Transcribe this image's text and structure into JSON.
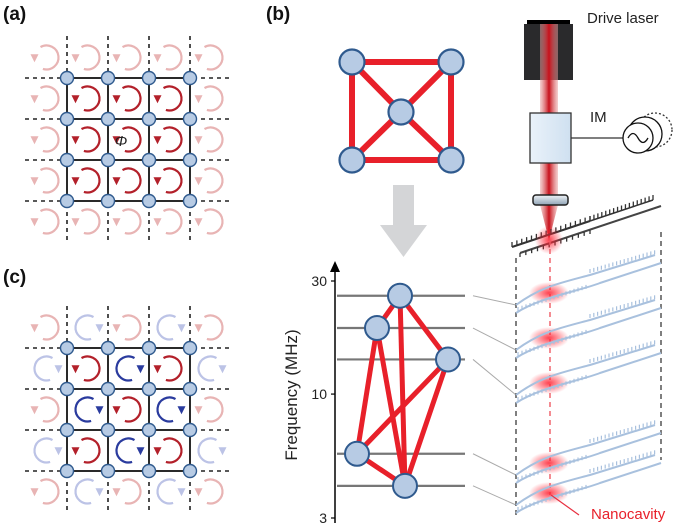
{
  "panels": {
    "a": {
      "label": "(a)",
      "flux_symbol": "Φ",
      "lattice_size": 4,
      "plaquette_pattern": "uniform",
      "inner_color": "#b3202a",
      "outer_color": "#e8b4b4"
    },
    "b": {
      "label": "(b)",
      "graph_nodes": 5,
      "graph_edges": [
        [
          0,
          1
        ],
        [
          1,
          2
        ],
        [
          2,
          3
        ],
        [
          3,
          0
        ],
        [
          0,
          4
        ],
        [
          1,
          4
        ],
        [
          2,
          4
        ],
        [
          3,
          4
        ]
      ],
      "drive_laser_label": "Drive laser",
      "modulator_label": "IM",
      "nanocavity_label": "Nanocavity",
      "axis": {
        "label": "Frequency (MHz)",
        "scale": "log",
        "ticks": [
          "30",
          "10",
          "3"
        ],
        "tick_values": [
          30,
          10,
          3
        ]
      },
      "mode_frequencies_mhz": [
        26,
        19,
        14,
        5.6,
        4.1
      ],
      "frequency_graph_edges": [
        [
          0,
          1
        ],
        [
          0,
          2
        ],
        [
          0,
          4
        ],
        [
          1,
          3
        ],
        [
          1,
          4
        ],
        [
          2,
          3
        ],
        [
          2,
          4
        ],
        [
          3,
          4
        ]
      ],
      "edge_color": "#e8202a",
      "node_fill": "#b7cbe4",
      "node_stroke": "#2f5a8e"
    },
    "c": {
      "label": "(c)",
      "lattice_size": 4,
      "plaquette_pattern": "staggered",
      "red_inner": "#b3202a",
      "blue_inner": "#2a3b9e",
      "red_outer": "#e8b4b4",
      "blue_outer": "#bcc3e6"
    }
  }
}
